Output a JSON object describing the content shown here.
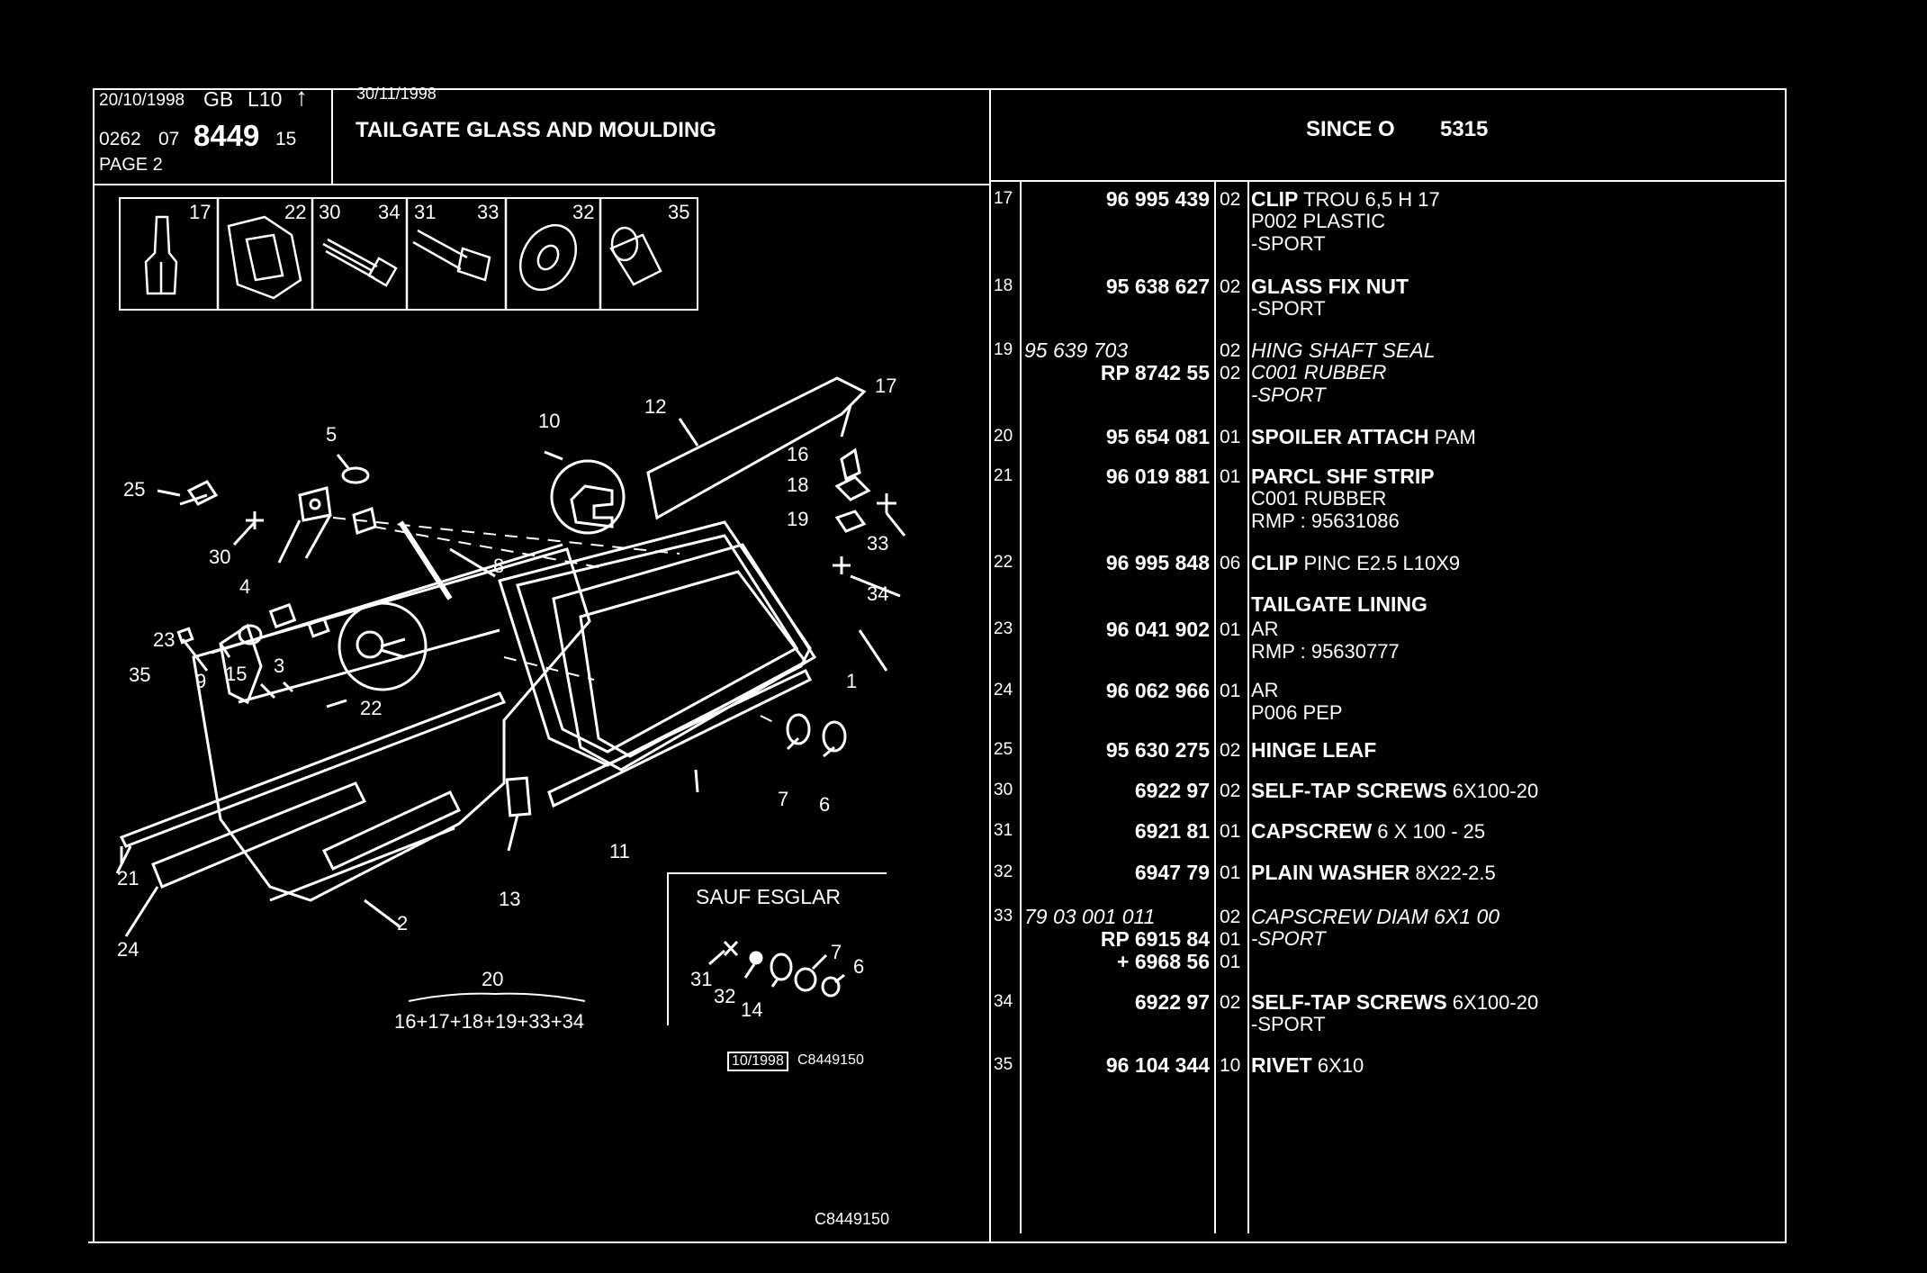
{
  "header": {
    "print_date": "20/10/1998",
    "lang": "GB",
    "model": "L10",
    "rev_date": "30/11/1998",
    "code_a": "0262",
    "code_b": "07",
    "code_main": "8449",
    "code_c": "15",
    "page": "PAGE 2",
    "title": "TAILGATE GLASS AND MOULDING",
    "since_label": "SINCE O",
    "since_value": "5315"
  },
  "thumbnails": [
    "17",
    "22",
    "30",
    "34",
    "31",
    "33",
    "32",
    "35"
  ],
  "diagram": {
    "callouts": [
      "17",
      "16",
      "18",
      "19",
      "33",
      "34",
      "12",
      "10",
      "5",
      "25",
      "30",
      "4",
      "8",
      "23",
      "35",
      "9",
      "15",
      "3",
      "22",
      "1",
      "7",
      "6",
      "11",
      "13",
      "2",
      "21",
      "24"
    ],
    "inset_title": "SAUF  ESGLAR",
    "inset_callouts": [
      "31",
      "32",
      "14",
      "7",
      "6"
    ],
    "kit_number": "20",
    "kit_formula": "16+17+18+19+33+34",
    "stamp_date": "10/1998",
    "stamp_ref": "C8449150",
    "bottom_ref": "C8449150"
  },
  "parts": [
    {
      "ref": "17",
      "lines": [
        {
          "pn": "96 995 439",
          "qty": "02",
          "name": "CLIP",
          "detail": "TROU 6,5 H 17"
        },
        {
          "pn": "",
          "qty": "",
          "name": "",
          "detail": "P002 PLASTIC"
        },
        {
          "pn": "",
          "qty": "",
          "name": "",
          "detail": "-SPORT"
        }
      ]
    },
    {
      "ref": "18",
      "lines": [
        {
          "pn": "95 638 627",
          "qty": "02",
          "name": "GLASS FIX NUT",
          "detail": ""
        },
        {
          "pn": "",
          "qty": "",
          "name": "",
          "detail": "-SPORT"
        }
      ]
    },
    {
      "ref": "19",
      "lines": [
        {
          "pn": "95 639 703",
          "qty": "02",
          "name": "HING SHAFT SEAL",
          "detail": "",
          "italic": true
        },
        {
          "pn": "RP  8742 55",
          "qty": "02",
          "name": "",
          "detail": "C001 RUBBER",
          "italic_detail": true
        },
        {
          "pn": "",
          "qty": "",
          "name": "",
          "detail": "-SPORT",
          "italic_detail": true
        }
      ]
    },
    {
      "ref": "20",
      "lines": [
        {
          "pn": "95 654 081",
          "qty": "01",
          "name": "SPOILER ATTACH",
          "detail": "PAM"
        }
      ]
    },
    {
      "ref": "21",
      "lines": [
        {
          "pn": "96 019 881",
          "qty": "01",
          "name": "PARCL SHF STRIP",
          "detail": ""
        },
        {
          "pn": "",
          "qty": "",
          "name": "",
          "detail": "C001 RUBBER"
        },
        {
          "pn": "",
          "qty": "",
          "name": "",
          "detail": "RMP : 95631086"
        }
      ]
    },
    {
      "ref": "22",
      "lines": [
        {
          "pn": "96 995 848",
          "qty": "06",
          "name": "CLIP",
          "detail": "PINC E2.5 L10X9"
        }
      ]
    },
    {
      "ref": "",
      "lines": [
        {
          "pn": "",
          "qty": "",
          "name": "TAILGATE LINING",
          "detail": ""
        }
      ]
    },
    {
      "ref": "23",
      "lines": [
        {
          "pn": "96 041 902",
          "qty": "01",
          "name": "",
          "detail": "AR"
        },
        {
          "pn": "",
          "qty": "",
          "name": "",
          "detail": "RMP : 95630777"
        }
      ]
    },
    {
      "ref": "24",
      "lines": [
        {
          "pn": "96 062 966",
          "qty": "01",
          "name": "",
          "detail": "AR"
        },
        {
          "pn": "",
          "qty": "",
          "name": "",
          "detail": "P006 PEP"
        }
      ]
    },
    {
      "ref": "25",
      "lines": [
        {
          "pn": "95 630 275",
          "qty": "02",
          "name": "HINGE LEAF",
          "detail": ""
        }
      ]
    },
    {
      "ref": "30",
      "lines": [
        {
          "pn": "6922 97",
          "qty": "02",
          "name": "SELF-TAP SCREWS",
          "detail": "6X100-20"
        }
      ]
    },
    {
      "ref": "31",
      "lines": [
        {
          "pn": "6921 81",
          "qty": "01",
          "name": "CAPSCREW",
          "detail": "6 X 100 - 25"
        }
      ]
    },
    {
      "ref": "32",
      "lines": [
        {
          "pn": "6947 79",
          "qty": "01",
          "name": "PLAIN WASHER",
          "detail": "8X22-2.5"
        }
      ]
    },
    {
      "ref": "33",
      "lines": [
        {
          "pn": "79 03 001 011",
          "qty": "02",
          "name": "CAPSCREW DIAM 6X1 00",
          "detail": "",
          "italic": true
        },
        {
          "pn": "RP  6915 84",
          "qty": "01",
          "name": "",
          "detail": "-SPORT",
          "italic_detail": true
        },
        {
          "pn": "+  6968 56",
          "qty": "01",
          "name": "",
          "detail": ""
        }
      ]
    },
    {
      "ref": "34",
      "lines": [
        {
          "pn": "6922 97",
          "qty": "02",
          "name": "SELF-TAP SCREWS",
          "detail": "6X100-20"
        },
        {
          "pn": "",
          "qty": "",
          "name": "",
          "detail": "-SPORT"
        }
      ]
    },
    {
      "ref": "35",
      "lines": [
        {
          "pn": "96 104 344",
          "qty": "10",
          "name": "RIVET",
          "detail": "6X10"
        }
      ]
    }
  ]
}
